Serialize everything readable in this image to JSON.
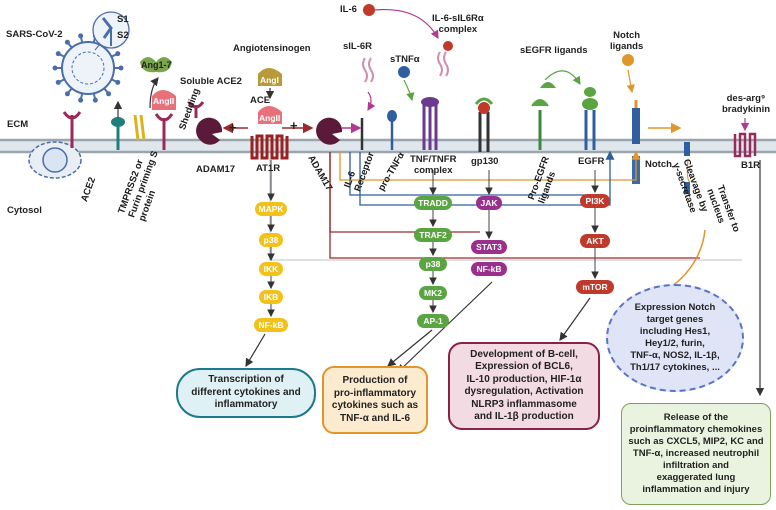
{
  "labels": {
    "s1": "S1",
    "s2": "S2",
    "sars": "SARS-CoV-2",
    "ecm": "ECM",
    "cytosol": "Cytosol",
    "ang17": "Ang1-7",
    "solubleAce2": "Soluble ACE2",
    "shedding": "Shedding",
    "angii_left": "AngII",
    "angiotensinogen": "Angiotensinogen",
    "angi": "AngI",
    "ace": "ACE",
    "angii_mid": "AngII",
    "il6": "IL-6",
    "il6complex": "IL-6-sIL6Rα\ncomplex",
    "sil6r": "sIL-6R",
    "stnf": "sTNFα",
    "segfr": "sEGFR ligands",
    "notchLigands": "Notch\nligands",
    "desarg": "des-arg⁹\nbradykinin",
    "ace2": "ACE2",
    "tmprss2": "TMPRSS2 or\nFurin priming S\nprotein",
    "adam17_left": "ADAM17",
    "at1r": "AT1R",
    "adam17_mid": "ADAM17",
    "il6receptor": "IL-6\nReceptor",
    "protnf": "pro-TNFα",
    "tnfcomplex": "TNF/TNFR\ncomplex",
    "gp130": "gp130",
    "proegfr": "Pro-EGFR\nligands",
    "egfr": "EGFR",
    "notch": "Notch",
    "cleavage": "Cleavage by\nγ-secretase",
    "transfer": "Transfer to\nnucleus",
    "b1r": "B1R",
    "plus1": "+",
    "plus2": "+"
  },
  "pathways": {
    "mapk": [
      "MAPK",
      "p38",
      "IKK",
      "IKB",
      "NF-kB"
    ],
    "tnf": [
      "TRADD",
      "TRAF2",
      "p38",
      "MK2",
      "AP-1"
    ],
    "jak": [
      "JAK",
      "STAT3",
      "NF-kB"
    ],
    "egfr": [
      "PI3K",
      "AKT",
      "mTOR"
    ]
  },
  "outcomes": {
    "transcription": "Transcription of\ndifferent cytokines and\ninflammatory",
    "production": "Production of\npro-inflammatory\ncytokines such as\nTNF-α and IL-6",
    "development": "Development of B-cell,\nExpression of BCL6,\nIL-10 production, HIF-1α\ndysregulation, Activation\nNLRP3 inflammasome\nand IL-1β production",
    "notchTargets": "Expression Notch\ntarget genes\nincluding Hes1,\nHey1/2, furin,\nTNF-α, NOS2, IL-1β,\nTh1/17 cytokines, ...",
    "release": "Release of the\nproinflammatory chemokines\nsuch as CXCL5, MIP2, KC and\nTNF-α, increased neutrophil\ninfiltration and\nexaggerated lung\ninflammation and injury"
  },
  "colors": {
    "membrane": "#9aa5ae",
    "membraneFill": "#dfe6ec",
    "yellow": "#f2c21b",
    "green": "#5aa542",
    "purple": "#9b2f8e",
    "red": "#c03a2b",
    "arrowRed": "#9b2a2a",
    "arrowOrange": "#e0962a",
    "arrowBlue": "#2f5f9e",
    "arrowPurple": "#b03a8e",
    "tealBox": "#1b7a8c",
    "orangeBox": "#e0962a",
    "maroonBox": "#8b2146",
    "blueCircle": "#5b72c8",
    "greenBox": "#7aa25a"
  }
}
